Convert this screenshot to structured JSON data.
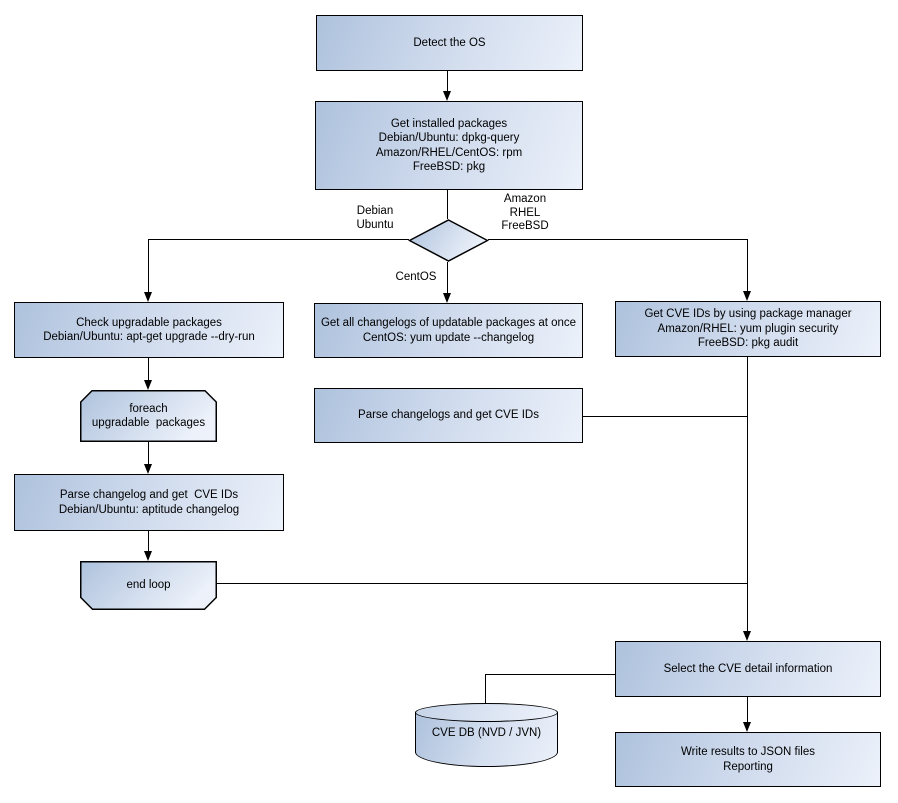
{
  "palette": {
    "node_fill_start": "#aec2dd",
    "node_fill_end": "#ecf1fa",
    "node_border": "#000000",
    "connector": "#000000",
    "text_color": "#000000",
    "background": "#ffffff"
  },
  "nodes": {
    "detect_os": {
      "lines": [
        "Detect the OS"
      ]
    },
    "get_installed_packages": {
      "lines": [
        "Get installed packages",
        "Debian/Ubuntu: dpkg-query",
        "Amazon/RHEL/CentOS: rpm",
        "FreeBSD: pkg"
      ]
    },
    "check_upgradable": {
      "lines": [
        "Check upgradable packages",
        "Debian/Ubuntu: apt-get upgrade --dry-run"
      ]
    },
    "foreach_loop": {
      "lines": [
        "foreach",
        "upgradable  packages"
      ]
    },
    "parse_changelog_debian": {
      "lines": [
        "Parse changelog and get  CVE IDs",
        "Debian/Ubuntu: aptitude changelog"
      ]
    },
    "end_loop": {
      "lines": [
        "end loop"
      ]
    },
    "get_all_changelogs": {
      "lines": [
        "Get all changelogs of updatable packages at once",
        "CentOS: yum update --changelog"
      ]
    },
    "parse_changelogs_centos": {
      "lines": [
        "Parse changelogs and get CVE IDs"
      ]
    },
    "get_cve_ids_pkg_manager": {
      "lines": [
        "Get CVE IDs by using package manager",
        "Amazon/RHEL: yum plugin security",
        "FreeBSD: pkg audit"
      ]
    },
    "select_cve_detail": {
      "lines": [
        "Select the CVE detail information"
      ]
    },
    "cve_db": {
      "lines": [
        "CVE DB (NVD / JVN)"
      ]
    },
    "write_results": {
      "lines": [
        "Write results to JSON files",
        "Reporting"
      ]
    }
  },
  "edge_labels": {
    "debian_ubuntu": {
      "lines": [
        "Debian",
        "Ubuntu"
      ]
    },
    "amazon_rhel_freebsd": {
      "lines": [
        "Amazon",
        "RHEL",
        "FreeBSD"
      ]
    },
    "centos": {
      "lines": [
        "CentOS"
      ]
    }
  }
}
